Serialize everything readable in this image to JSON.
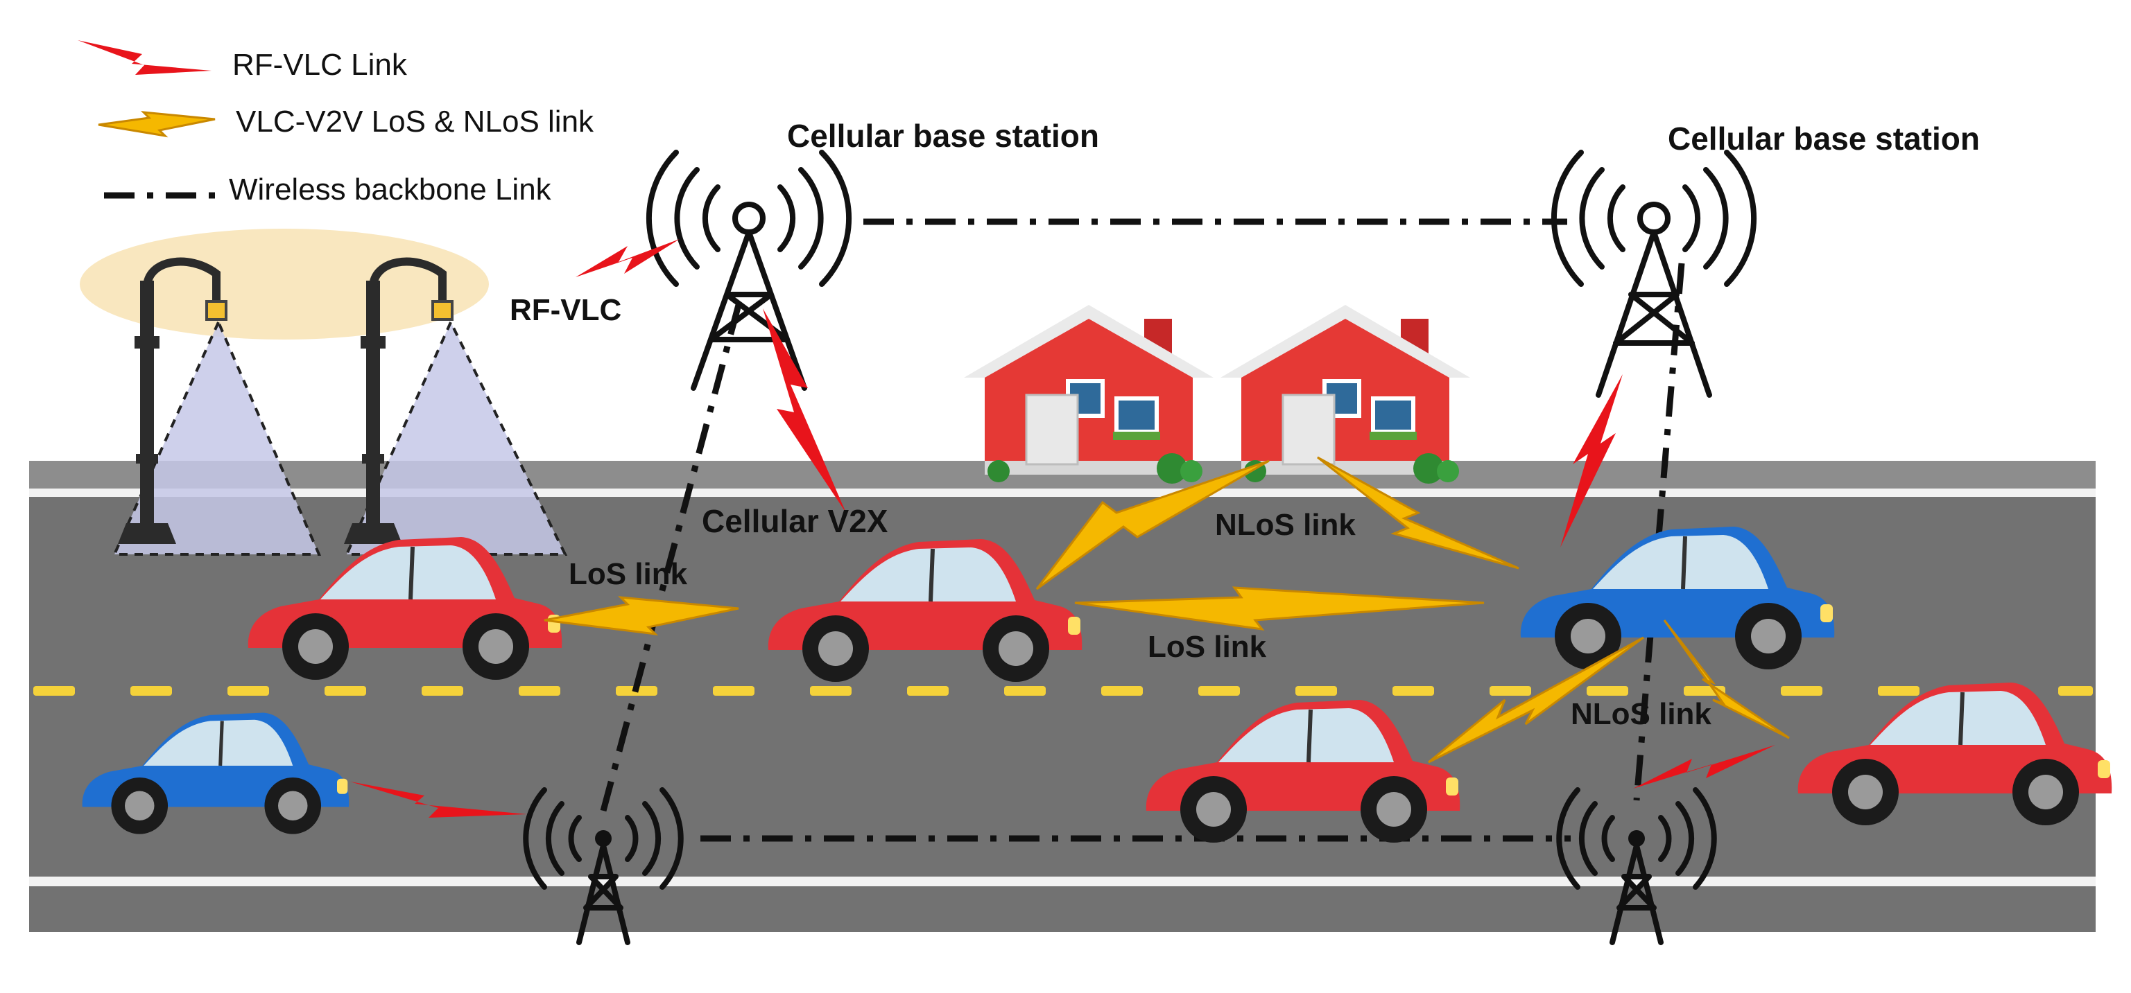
{
  "legend": {
    "rf_vlc": "RF-VLC Link",
    "vlc_v2v": "VLC-V2V LoS & NLoS link",
    "backbone": "Wireless backbone Link"
  },
  "labels": {
    "bs_left": "Cellular base station",
    "bs_right": "Cellular base station",
    "rf_vlc": "RF-VLC",
    "cellular_v2x": "Cellular V2X",
    "los_left": "LoS link",
    "los_center": "LoS link",
    "nlos_top": "NLoS link",
    "nlos_right": "NLoS link"
  },
  "colors": {
    "rf_link": "#e8141b",
    "vlc_link": "#f5b800",
    "car_red": "#e53238",
    "car_blue": "#1f6fd1",
    "road": "#737373",
    "house_wall": "#e53935",
    "lamp_glow": "#f9e7bf",
    "light_cone": "#c5c8e8"
  }
}
